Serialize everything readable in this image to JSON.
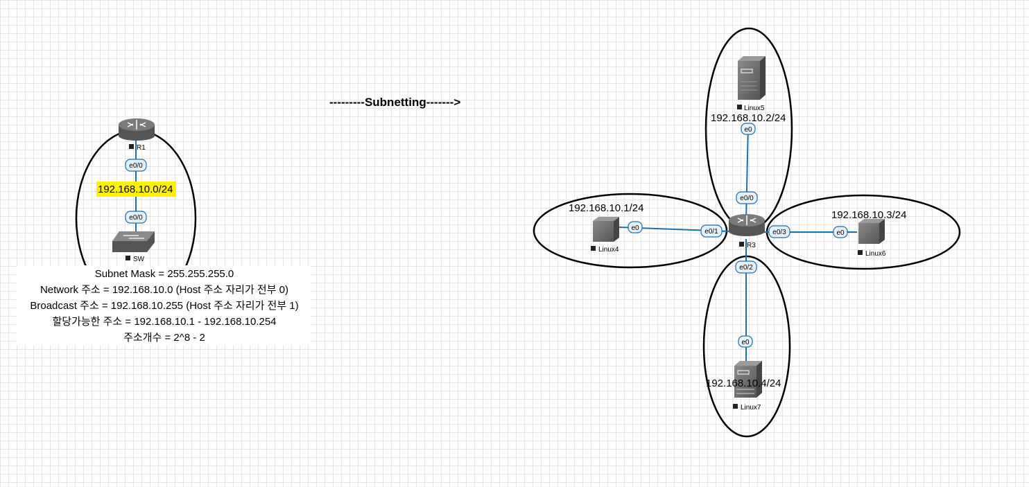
{
  "title_arrow": "---------Subnetting------->",
  "left": {
    "router_label": "R1",
    "router_port": "e0/0",
    "network_label": "192.168.10.0/24",
    "switch_port": "e0/0",
    "switch_label": "SW",
    "highlight_color": "#fff200"
  },
  "info": {
    "line1": "Subnet Mask = 255.255.255.0",
    "line2": "Network 주소 = 192.168.10.0 (Host 주소 자리가 전부 0)",
    "line3": "Broadcast 주소 = 192.168.10.255 (Host 주소 자리가 전부 1)",
    "line4": "할당가능한 주소 = 192.168.10.1 - 192.168.10.254",
    "line5": "주소개수 = 2^8 - 2"
  },
  "right": {
    "router_label": "R3",
    "linux5": {
      "label": "Linux5",
      "ip": "192.168.10.2/24",
      "port": "e0",
      "router_port": "e0/0"
    },
    "linux4": {
      "label": "Linux4",
      "ip": "192.168.10.1/24",
      "port": "e0",
      "router_port": "e0/1"
    },
    "linux6": {
      "label": "Linux6",
      "ip": "192.168.10.3/24",
      "port": "e0",
      "router_port": "e0/3"
    },
    "linux7": {
      "label": "Linux7",
      "ip": "192.168.10.4/24",
      "port": "e0",
      "router_port": "e0/2"
    }
  },
  "colors": {
    "link": "#1f6fa8",
    "port_fill": "#e8f1f8",
    "device": "#6d6d6d"
  }
}
